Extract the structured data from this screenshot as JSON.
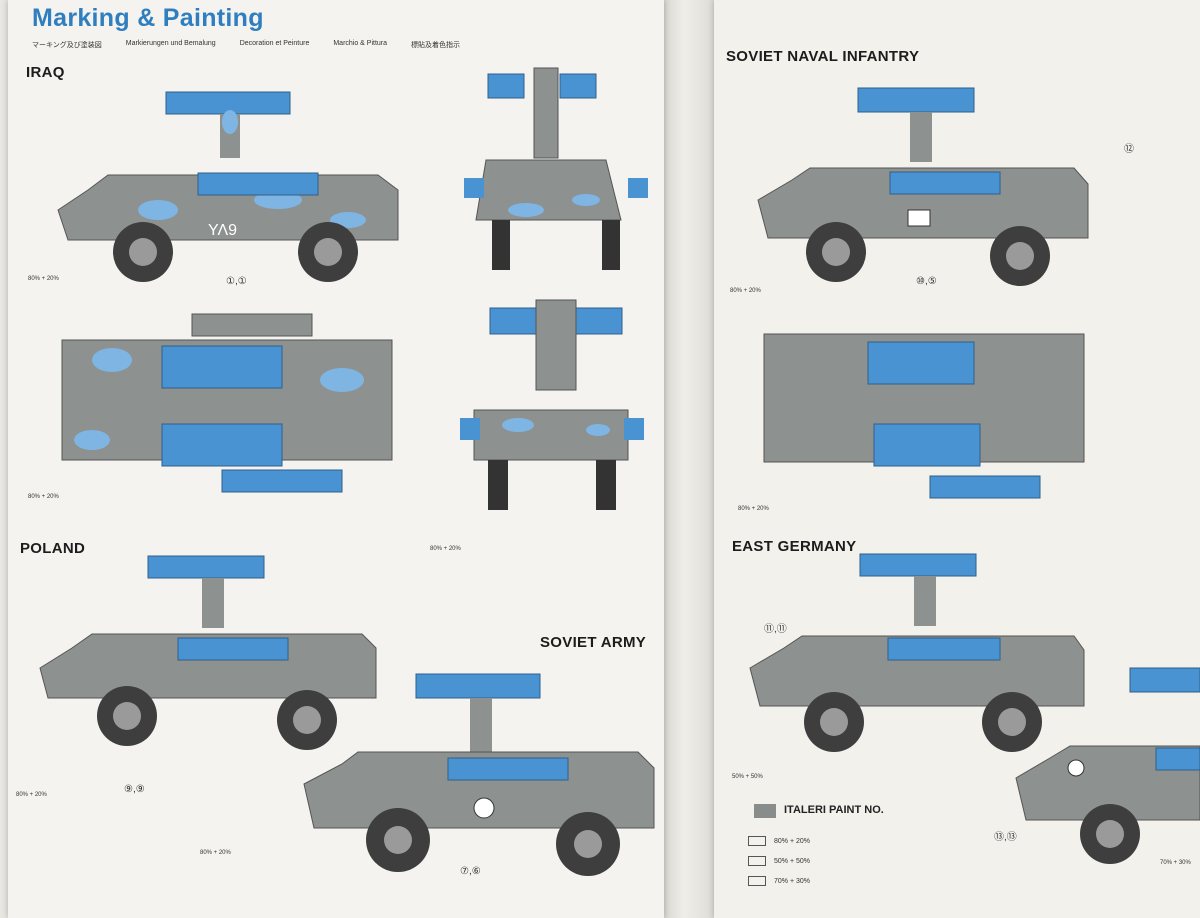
{
  "header": {
    "title": "Marking & Painting",
    "subtitles": [
      "マーキング及び塗装図",
      "Markierungen und Bemalung",
      "Decoration et Peinture",
      "Marchio & Pittura",
      "標貼及着色指示"
    ]
  },
  "sections": {
    "iraq": {
      "label": "IRAQ",
      "mix": "80% + 20%",
      "callout": "①,①"
    },
    "poland": {
      "label": "POLAND",
      "mix": "80% + 20%",
      "callout": "⑨,⑨"
    },
    "soviet_army": {
      "label": "SOVIET ARMY",
      "mix": "80% + 20%",
      "callout": "⑦,⑥"
    },
    "soviet_naval": {
      "label": "SOVIET NAVAL INFANTRY",
      "mix": "80% + 20%",
      "callout": "⑩,⑤",
      "side_callout": "⑫"
    },
    "east_germany": {
      "label": "EAST GERMANY",
      "mix": "50% + 50%",
      "callout": "⑪,⑪",
      "callout2": "⑬,⑬"
    }
  },
  "legend": {
    "title": "ITALERI PAINT NO.",
    "rows": [
      "80% + 20%",
      "50% + 50%",
      "70% + 30%"
    ],
    "extra_mix": "70% + 30%"
  },
  "colors": {
    "vehicle_grey": "#8d918f",
    "vehicle_dark": "#6c706e",
    "launcher_blue": "#4a93d2",
    "camo_blue": "#7fb5e3",
    "title_blue": "#2f7fc0"
  },
  "iraq_marking": "ΥΛ9"
}
